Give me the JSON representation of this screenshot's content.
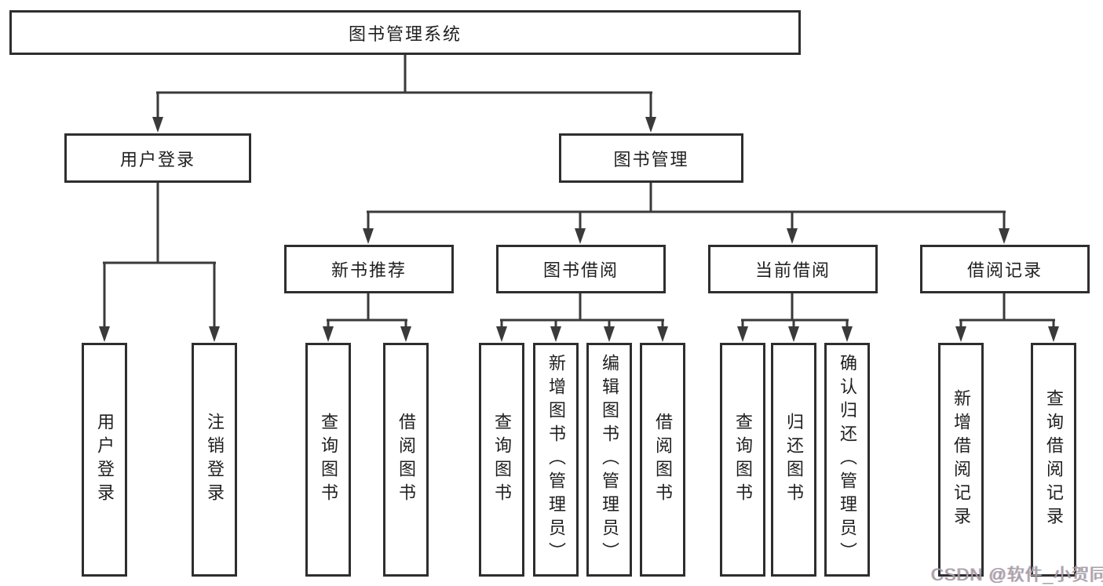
{
  "diagram": {
    "root": {
      "label": "图书管理系统"
    },
    "level2": [
      {
        "label": "用户登录",
        "children": [
          {
            "label": "用户登录"
          },
          {
            "label": "注销登录"
          }
        ]
      },
      {
        "label": "图书管理",
        "children": [
          {
            "label": "新书推荐",
            "children": [
              {
                "label": "查询图书"
              },
              {
                "label": "借阅图书"
              }
            ]
          },
          {
            "label": "图书借阅",
            "children": [
              {
                "label": "查询图书"
              },
              {
                "label": "新增图书（管理员）"
              },
              {
                "label": "编辑图书（管理员）"
              },
              {
                "label": "借阅图书"
              }
            ]
          },
          {
            "label": "当前借阅",
            "children": [
              {
                "label": "查询图书"
              },
              {
                "label": "归还图书"
              },
              {
                "label": "确认归还（管理员）"
              }
            ]
          },
          {
            "label": "借阅记录",
            "children": [
              {
                "label": "新增借阅记录"
              },
              {
                "label": "查询借阅记录"
              }
            ]
          }
        ]
      }
    ],
    "watermark": "CSDN @软件_小贺同学",
    "colors": {
      "background": "#ffffff",
      "border": "#2e2e2e",
      "line": "#3a3a3a",
      "text": "#1f1f1f",
      "watermark": "#a3a3a3"
    }
  }
}
